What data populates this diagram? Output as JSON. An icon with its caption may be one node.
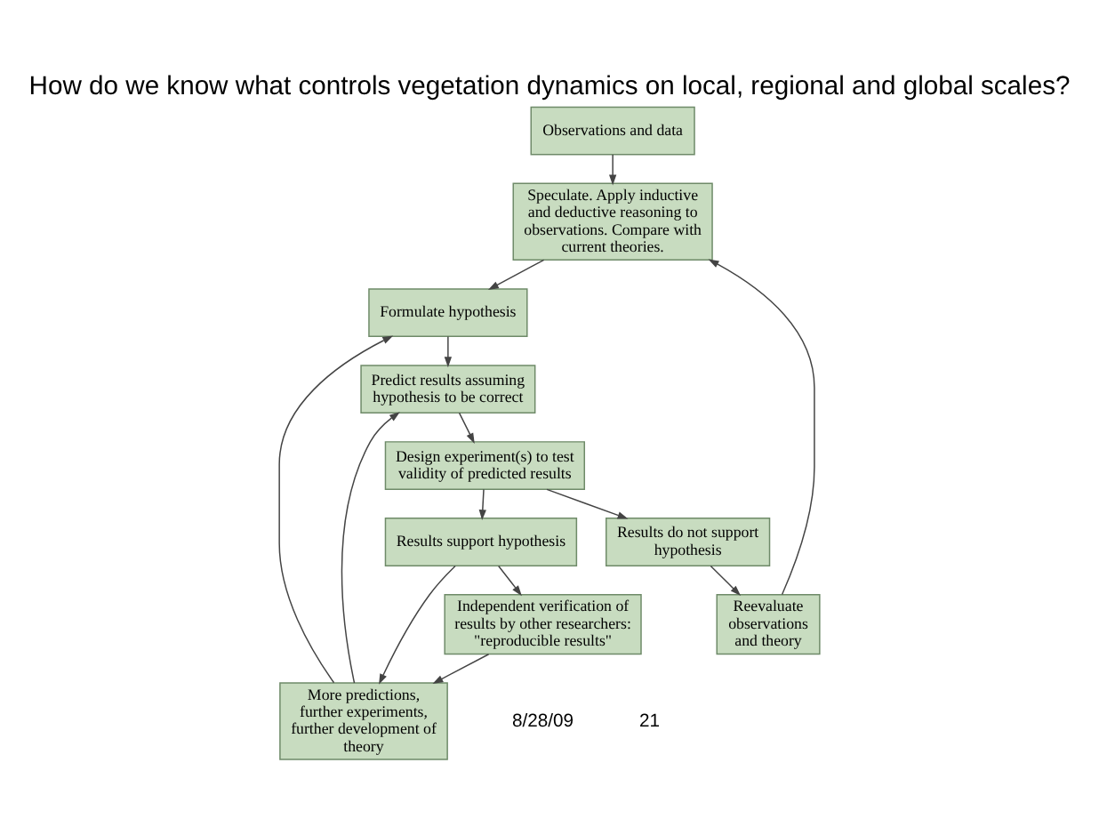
{
  "diagram": {
    "title": "How do we know what controls vegetation dynamics on local, regional and global scales?",
    "nodes": [
      {
        "text": [
          "Observations and data"
        ]
      },
      {
        "text": [
          "Speculate. Apply inductive and deductive reasoning to observations. Compare with current theories."
        ]
      },
      {
        "text": [
          "Formulate hypothesis"
        ]
      },
      {
        "text": [
          "Predict results assuming hypothesis to be correct"
        ]
      },
      {
        "text": [
          "More predictions, further experiments, further development of theory"
        ]
      },
      {
        "text": [
          "Design experiment(s) to test validity of predicted results"
        ]
      },
      {
        "text": [
          "Results support hypothesis"
        ]
      },
      {
        "text": [
          "Results do not support hypothesis"
        ]
      },
      {
        "text": [
          "Reevaluate observations and theory"
        ]
      },
      {
        "text": [
          "Independent verification of results by other researchers: \"reproducible results\""
        ]
      }
    ],
    "edges": [
      {
        "from": 0,
        "to": 1,
        "arrow": "to"
      },
      {
        "from": 1,
        "to": 2,
        "arrow": "to"
      },
      {
        "from": 2,
        "to": 3,
        "arrow": "to"
      },
      {
        "from": 3,
        "to": 5,
        "arrow": "to"
      },
      {
        "from": 5,
        "to": 6,
        "arrow": "to"
      },
      {
        "from": 5,
        "to": 7,
        "arrow": "to"
      },
      {
        "from": 6,
        "to": 9,
        "arrow": "to"
      },
      {
        "from": 6,
        "to": 4,
        "arrow": "to"
      },
      {
        "from": 9,
        "to": 4,
        "arrow": "to"
      },
      {
        "from": 4,
        "to": 2,
        "arrow": "to"
      },
      {
        "from": 4,
        "to": 3,
        "arrow": "to"
      },
      {
        "from": 7,
        "to": 8,
        "arrow": "to"
      },
      {
        "from": 8,
        "to": 1,
        "arrow": "to"
      }
    ],
    "labels": [
      "8/28/09",
      "21"
    ]
  }
}
